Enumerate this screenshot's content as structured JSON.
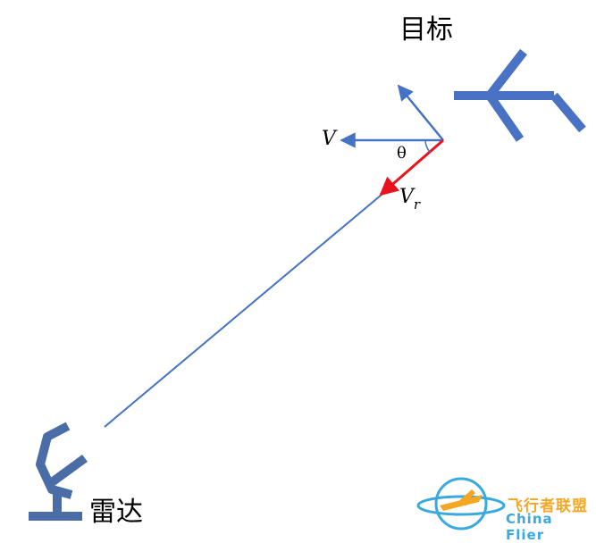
{
  "labels": {
    "target": "目标",
    "radar": "雷达",
    "velocity": "V",
    "radial_velocity_base": "V",
    "radial_velocity_sub": "r",
    "angle": "θ"
  },
  "watermark": {
    "cn": "飞行者联盟",
    "en": "China Flier"
  },
  "colors": {
    "line": "#4472c4",
    "radial_arrow": "#e8131c",
    "radar_icon": "#4a6da7",
    "target_icon": "#4a72c4",
    "watermark_orange": "#f5a623",
    "watermark_blue": "#39a9e0"
  },
  "icons": [
    "radar-dish-icon",
    "aircraft-target-icon",
    "china-flier-logo-icon"
  ]
}
